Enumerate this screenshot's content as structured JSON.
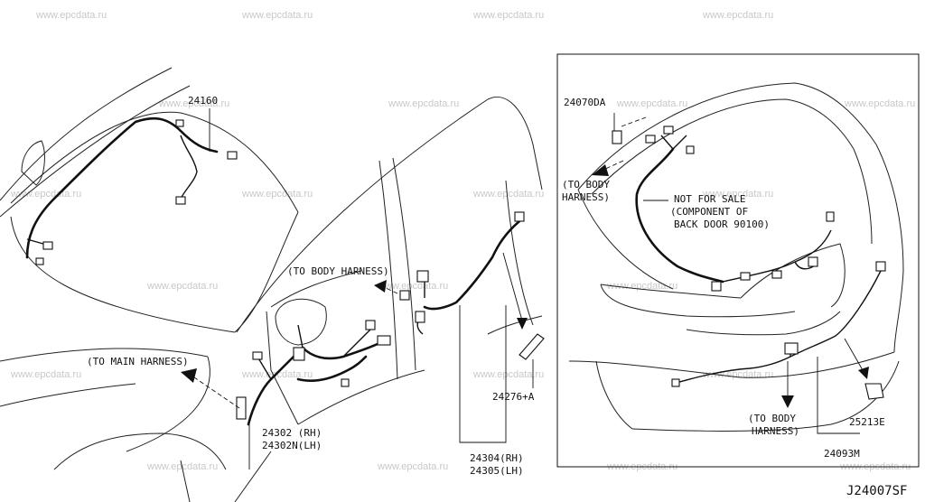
{
  "watermark": "www.epcdata.ru",
  "diagram_code": "J24007SF",
  "parts": {
    "p24160": "24160",
    "p24302_rh": "24302 (RH)",
    "p24302n_lh": "24302N(LH)",
    "p24276": "24276+A",
    "p24304_rh": "24304(RH)",
    "p24305_lh": "24305(LH)",
    "p24070da": "24070DA",
    "p25213e": "25213E",
    "p24093m": "24093M"
  },
  "notes": {
    "to_main_harness": "(TO MAIN HARNESS)",
    "to_body_harness_front": "(TO BODY HARNESS)",
    "to_body_left_1": "(TO BODY",
    "to_body_left_2": "HARNESS)",
    "nfs_1": "NOT FOR SALE",
    "nfs_2": "(COMPONENT OF",
    "nfs_3": "BACK DOOR 90100)",
    "to_body_bottom_1": "(TO BODY",
    "to_body_bottom_2": "HARNESS)"
  }
}
